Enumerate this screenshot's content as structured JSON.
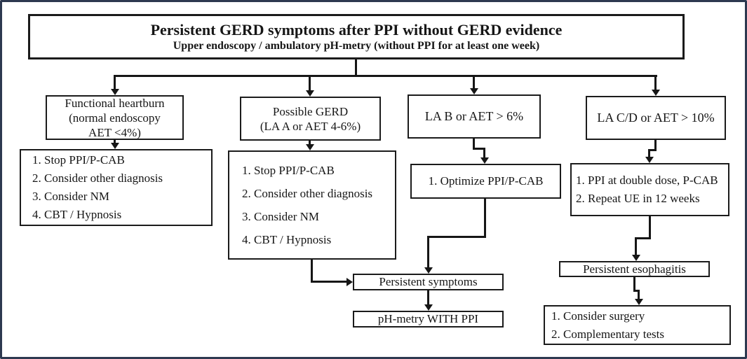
{
  "palette": {
    "outer_border": "#2d3950",
    "box_border": "#1b1b1b",
    "line_color": "#161616",
    "background": "#ffffff",
    "text": "#161616"
  },
  "header": {
    "title": "Persistent GERD symptoms after PPI without GERD evidence",
    "subtitle": "Upper endoscopy / ambulatory pH-metry (without PPI for at least one week)"
  },
  "columns": [
    {
      "condition_lines": [
        "Functional heartburn",
        "(normal endoscopy",
        "AET <4%)"
      ],
      "actions": [
        "1. Stop PPI/P-CAB",
        "2. Consider other diagnosis",
        "3. Consider NM",
        "4. CBT / Hypnosis"
      ]
    },
    {
      "condition_lines": [
        "Possible GERD",
        "(LA A or AET 4-6%)"
      ],
      "actions": [
        "1. Stop PPI/P-CAB",
        "2. Consider other diagnosis",
        "3. Consider NM",
        "4. CBT / Hypnosis"
      ]
    },
    {
      "condition_lines": [
        "LA B or AET > 6%"
      ],
      "actions": [
        "1. Optimize PPI/P-CAB"
      ]
    },
    {
      "condition_lines": [
        "LA C/D or AET > 10%"
      ],
      "actions": [
        "1. PPI at double dose, P-CAB",
        "2. Repeat UE in 12 weeks"
      ]
    }
  ],
  "outcomes": {
    "persistent_symptoms": "Persistent symptoms",
    "ph_metry_with_ppi": "pH-metry WITH PPI",
    "persistent_esophagitis": "Persistent esophagitis",
    "surgery_actions": [
      "1. Consider surgery",
      "2. Complementary tests"
    ]
  }
}
